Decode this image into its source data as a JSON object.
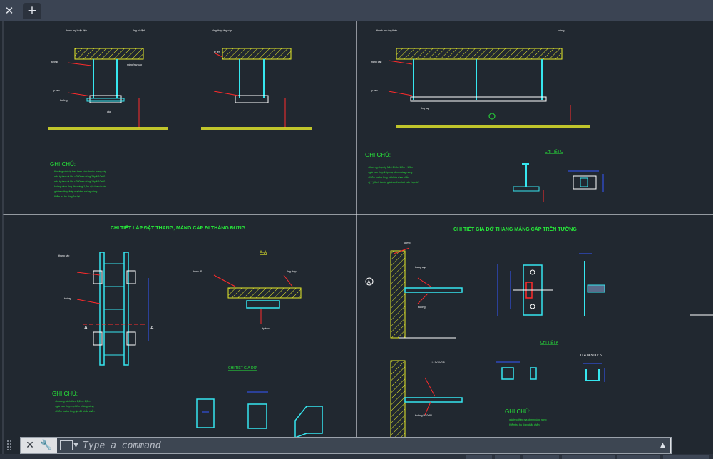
{
  "window": {
    "close_glyph": "✕",
    "new_tab_glyph": "+"
  },
  "command": {
    "placeholder": "Type a command",
    "close_glyph": "✕",
    "wrench_glyph": "🔧",
    "dropdown_glyph": "▼",
    "history_glyph": "▲"
  },
  "colors": {
    "background": "#212830",
    "divider": "#d9dde3",
    "green": "#27e83a",
    "red": "#ff2b2b",
    "cyan": "#36e6ef",
    "yellow": "#e8ec2a",
    "white": "#ffffff",
    "blue": "#3559ff"
  },
  "quad1": {
    "labels": [
      "thanh ray hoặc tiện",
      "ống cố định",
      "tường",
      "máng/ray cáp",
      "ty treo",
      "bulông",
      "cáp",
      "ống thép ống cấp",
      "ty ren"
    ],
    "title": "GHI CHÚ:",
    "notes": [
      "- Khoảng cách ty treo theo kích thước máng cáp",
      "- nếu ty treo và khi > 300mm dùng 2 ty M10x60",
      "- nếu ty treo và khi < 300mm dùng 1 ty M10x60",
      "- không cách ống dài máng 1,2m vị trí treo trước",
      "- giá treo thép thép mạ kẽm nhúng nóng",
      "- Kiểm tra bu lông 1m lại"
    ]
  },
  "quad2": {
    "labels": [
      "thanh ray ống thép",
      "tường",
      "máng cáp",
      "ống ray",
      "ty treo"
    ],
    "title": "GHI CHÚ:",
    "notes": [
      "- thường chọn ty M10 2 bên 1,2m - 1,5m",
      "- giá treo thép thép mạ kẽm nhúng nóng",
      "- Kiểm tra bu lông và khóa chắc chắn",
      "- ( * ) Kích thước giá treo theo kết cấu thực tế"
    ],
    "detail": "CHI TIẾT C"
  },
  "quad3": {
    "title": "CHI TIẾT LẮP ĐẶT THANG, MÁNG CÁP ĐI THẲNG ĐỨNG",
    "section_title": "A-A",
    "labels": [
      "thang cáp",
      "tường",
      "thanh đỡ",
      "ống thép",
      "ty treo"
    ],
    "section_marks": [
      "A",
      "A"
    ],
    "detail_title": "CHI TIẾT GIÁ ĐỠ",
    "notes_title": "GHI CHÚ:",
    "notes": [
      "- khoảng cách theo 1,2m - 1,5m",
      "- giá treo thép mạ kẽm nhúng nóng",
      "- Kiểm tra bu lông giá đỡ chắc chắn"
    ]
  },
  "quad4": {
    "title": "CHI TIẾT GIÁ ĐỠ THANG MÁNG CÁP TRÊN TƯỜNG",
    "labels": [
      "tường",
      "thang cáp",
      "bulông",
      "U 41x30x2,5",
      "bulông M10x80"
    ],
    "section_mark": "A",
    "detail_title": "CHI TIẾT A",
    "profile_label": "U 41X30X2.5",
    "notes_title": "GHI CHÚ:",
    "notes": [
      "- giá treo thép mạ kẽm nhúng nóng",
      "- Kiểm tra bu lông chắc chắn"
    ]
  }
}
